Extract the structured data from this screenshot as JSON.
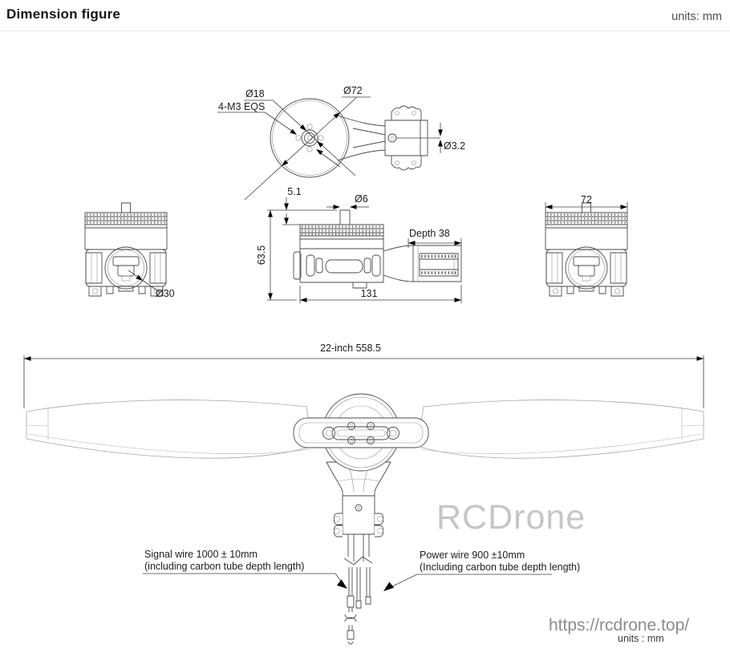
{
  "header": {
    "title": "Dimension figure",
    "units": "units: mm"
  },
  "top_view": {
    "d18": "Ø18",
    "bolt_spec": "4-M3 EQS",
    "d72": "Ø72",
    "d3_2": "Ø3.2"
  },
  "left_view": {
    "d30": "Ø30"
  },
  "side_view": {
    "shaft_h": "5.1",
    "shaft_d": "Ø6",
    "overall_h": "63.5",
    "socket_depth": "Depth 38",
    "overall_l": "131"
  },
  "right_view": {
    "overall_w": "72"
  },
  "prop_view": {
    "span": "22-inch 558.5",
    "signal_l1": "Signal wire 1000 ± 10mm",
    "signal_l2": "(including carbon tube depth length)",
    "power_l1": "Power wire 900 ±10mm",
    "power_l2": "(Including carbon tube depth length)"
  },
  "branding": {
    "watermark": "RCDrone",
    "url": "https://rcdrone.top/"
  },
  "footer": {
    "units": "units : mm"
  },
  "colors": {
    "line": "#4a4a4a",
    "blade_line": "#a6a6a6",
    "text": "#1c1c1c",
    "watermark": "#c6c6c6",
    "url_text": "#8c8c8c",
    "divider": "#e8e8e8"
  }
}
